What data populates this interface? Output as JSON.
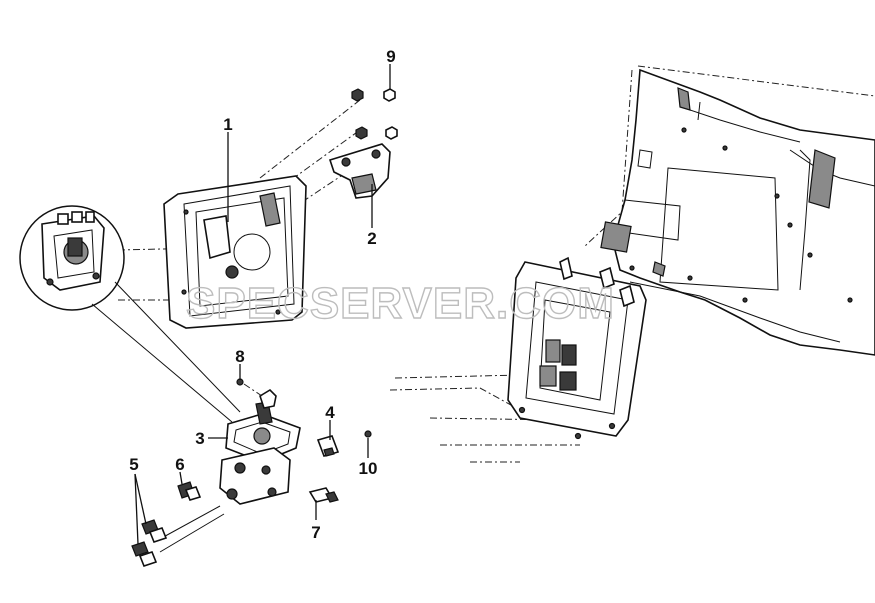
{
  "watermark": "SPECSERVER.COM",
  "callouts": [
    {
      "id": "1",
      "label": "1"
    },
    {
      "id": "2",
      "label": "2"
    },
    {
      "id": "3",
      "label": "3"
    },
    {
      "id": "4",
      "label": "4"
    },
    {
      "id": "5",
      "label": "5"
    },
    {
      "id": "6",
      "label": "6"
    },
    {
      "id": "7",
      "label": "7"
    },
    {
      "id": "8",
      "label": "8"
    },
    {
      "id": "9",
      "label": "9"
    },
    {
      "id": "10",
      "label": "10"
    }
  ]
}
